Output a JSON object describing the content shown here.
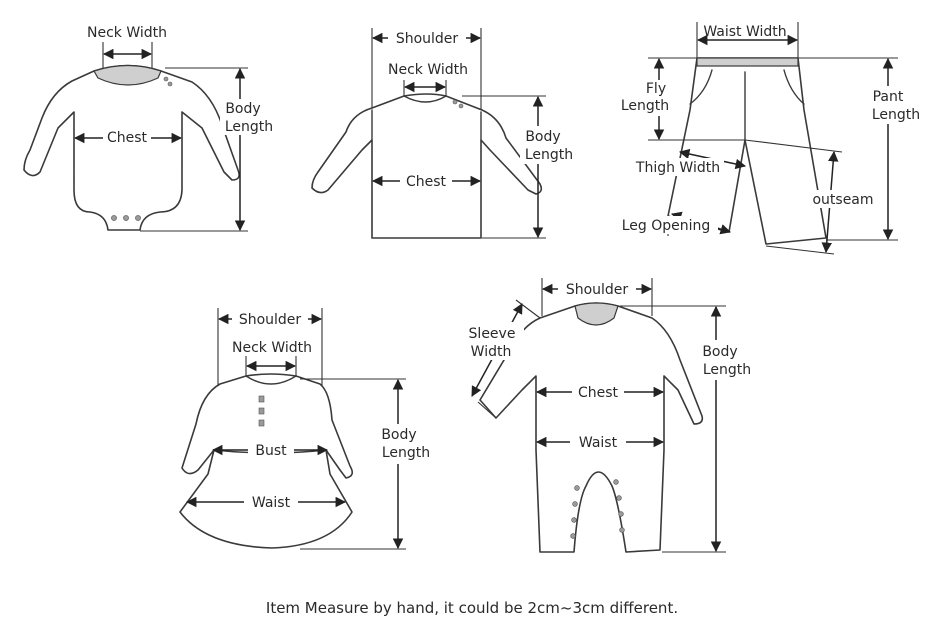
{
  "bodysuit": {
    "neck_width": "Neck Width",
    "chest": "Chest",
    "body_length_1": "Body",
    "body_length_2": "Length"
  },
  "shirt": {
    "shoulder": "Shoulder",
    "neck_width": "Neck Width",
    "chest": "Chest",
    "body_length_1": "Body",
    "body_length_2": "Length"
  },
  "pants": {
    "waist_width": "Waist Width",
    "fly_length_1": "Fly",
    "fly_length_2": "Length",
    "pant_length_1": "Pant",
    "pant_length_2": "Length",
    "thigh_width": "Thigh Width",
    "outseam": "outseam",
    "leg_opening": "Leg Opening"
  },
  "dress": {
    "shoulder": "Shoulder",
    "neck_width": "Neck Width",
    "bust": "Bust",
    "waist": "Waist",
    "body_length_1": "Body",
    "body_length_2": "Length"
  },
  "romper": {
    "shoulder": "Shoulder",
    "sleeve_width_1": "Sleeve",
    "sleeve_width_2": "Width",
    "chest": "Chest",
    "waist": "Waist",
    "body_length_1": "Body",
    "body_length_2": "Length"
  },
  "caption": "Item Measure by hand, it could be 2cm~3cm different."
}
